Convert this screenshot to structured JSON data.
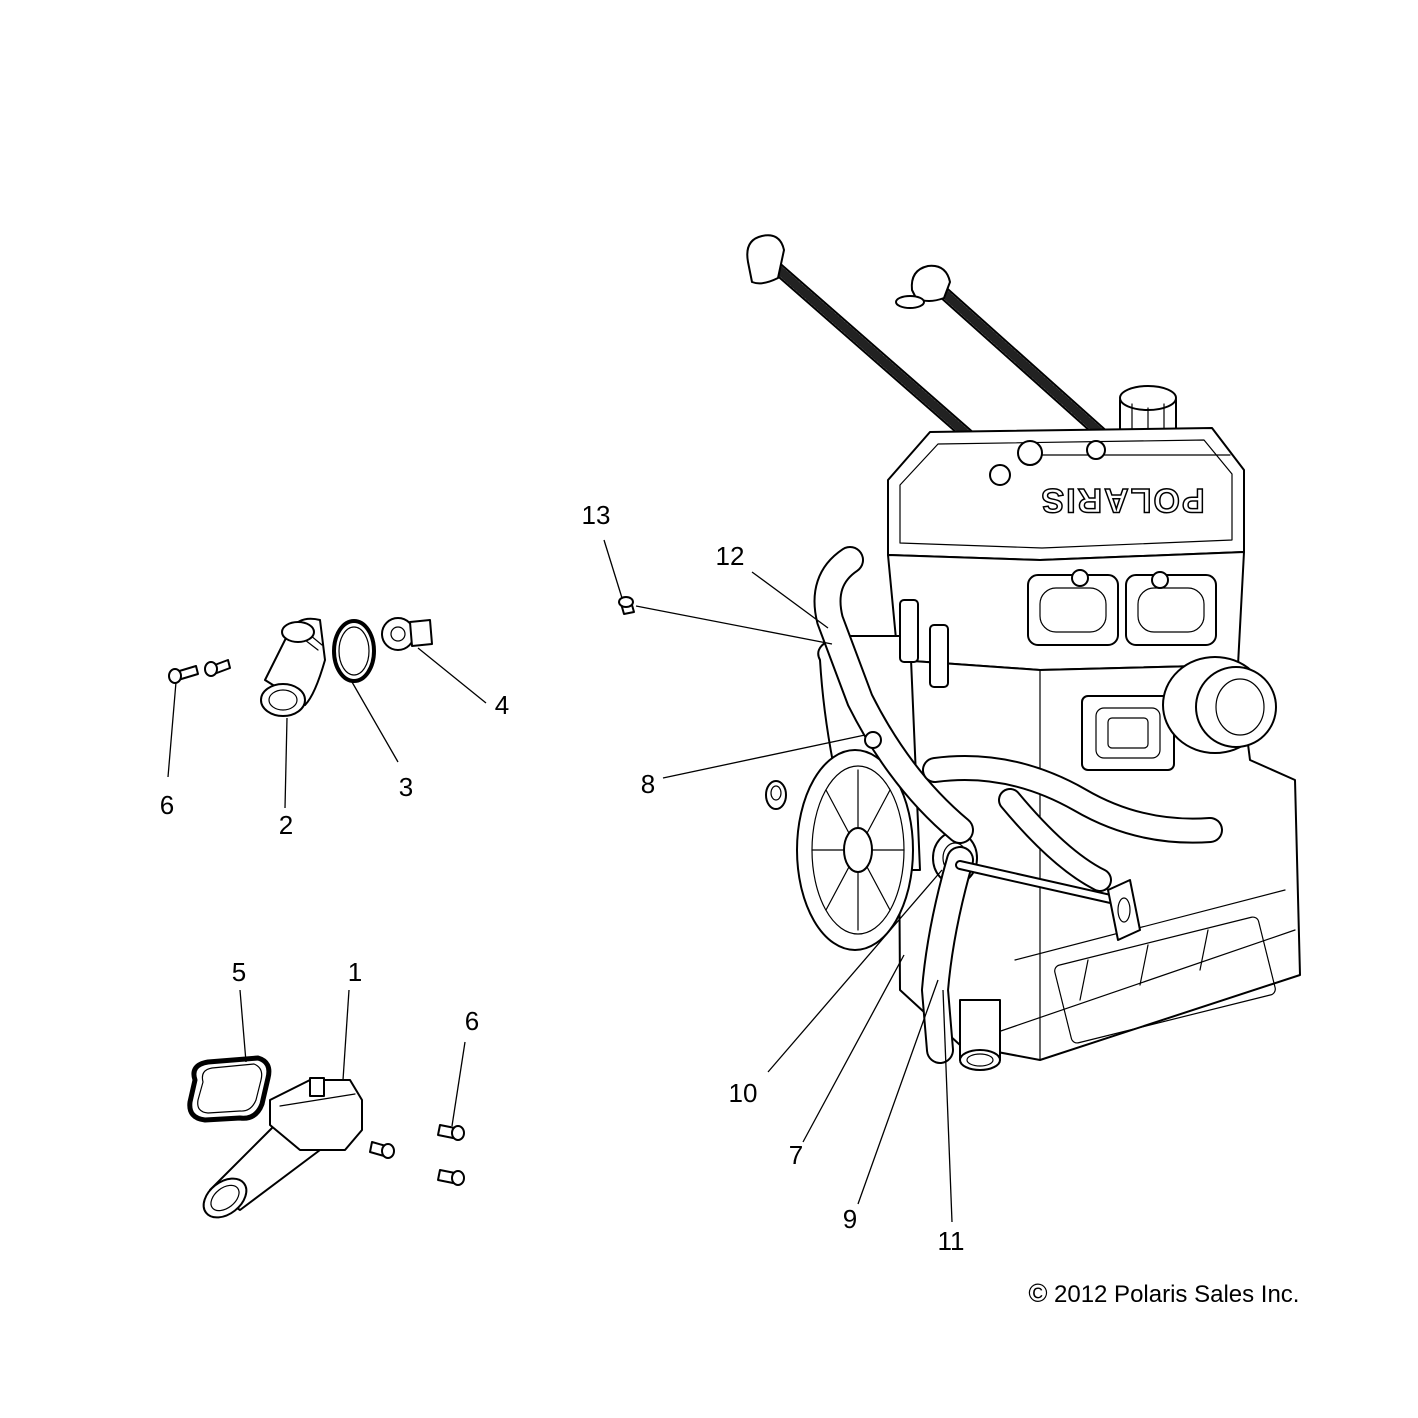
{
  "callouts": {
    "c1": "1",
    "c2": "2",
    "c3": "3",
    "c4": "4",
    "c5": "5",
    "c6a": "6",
    "c6b": "6",
    "c7": "7",
    "c8": "8",
    "c9": "9",
    "c10": "10",
    "c11": "11",
    "c12": "12",
    "c13": "13"
  },
  "copyright": "2012 Polaris Sales Inc.",
  "copyright_symbol": "©",
  "valve_cover_text": "POLARIS"
}
